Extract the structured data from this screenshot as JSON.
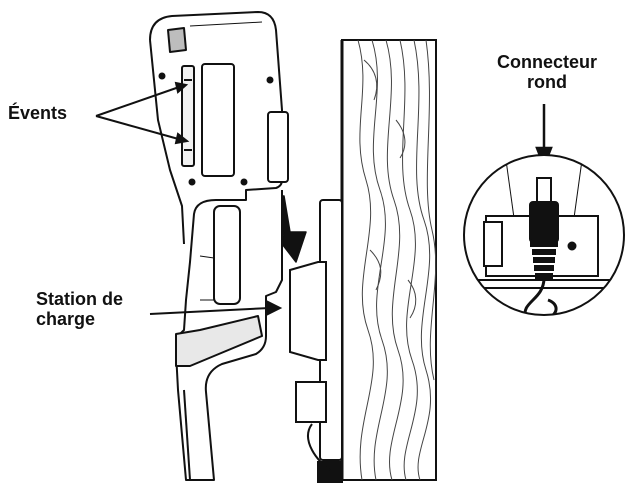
{
  "labels": {
    "vents": "Évents",
    "station_line1": "Station de",
    "station_line2": "charge",
    "connector_line1": "Connecteur",
    "connector_line2": "rond"
  },
  "colors": {
    "ink": "#111111",
    "paper": "#ffffff",
    "gray": "#bdbdbd"
  }
}
